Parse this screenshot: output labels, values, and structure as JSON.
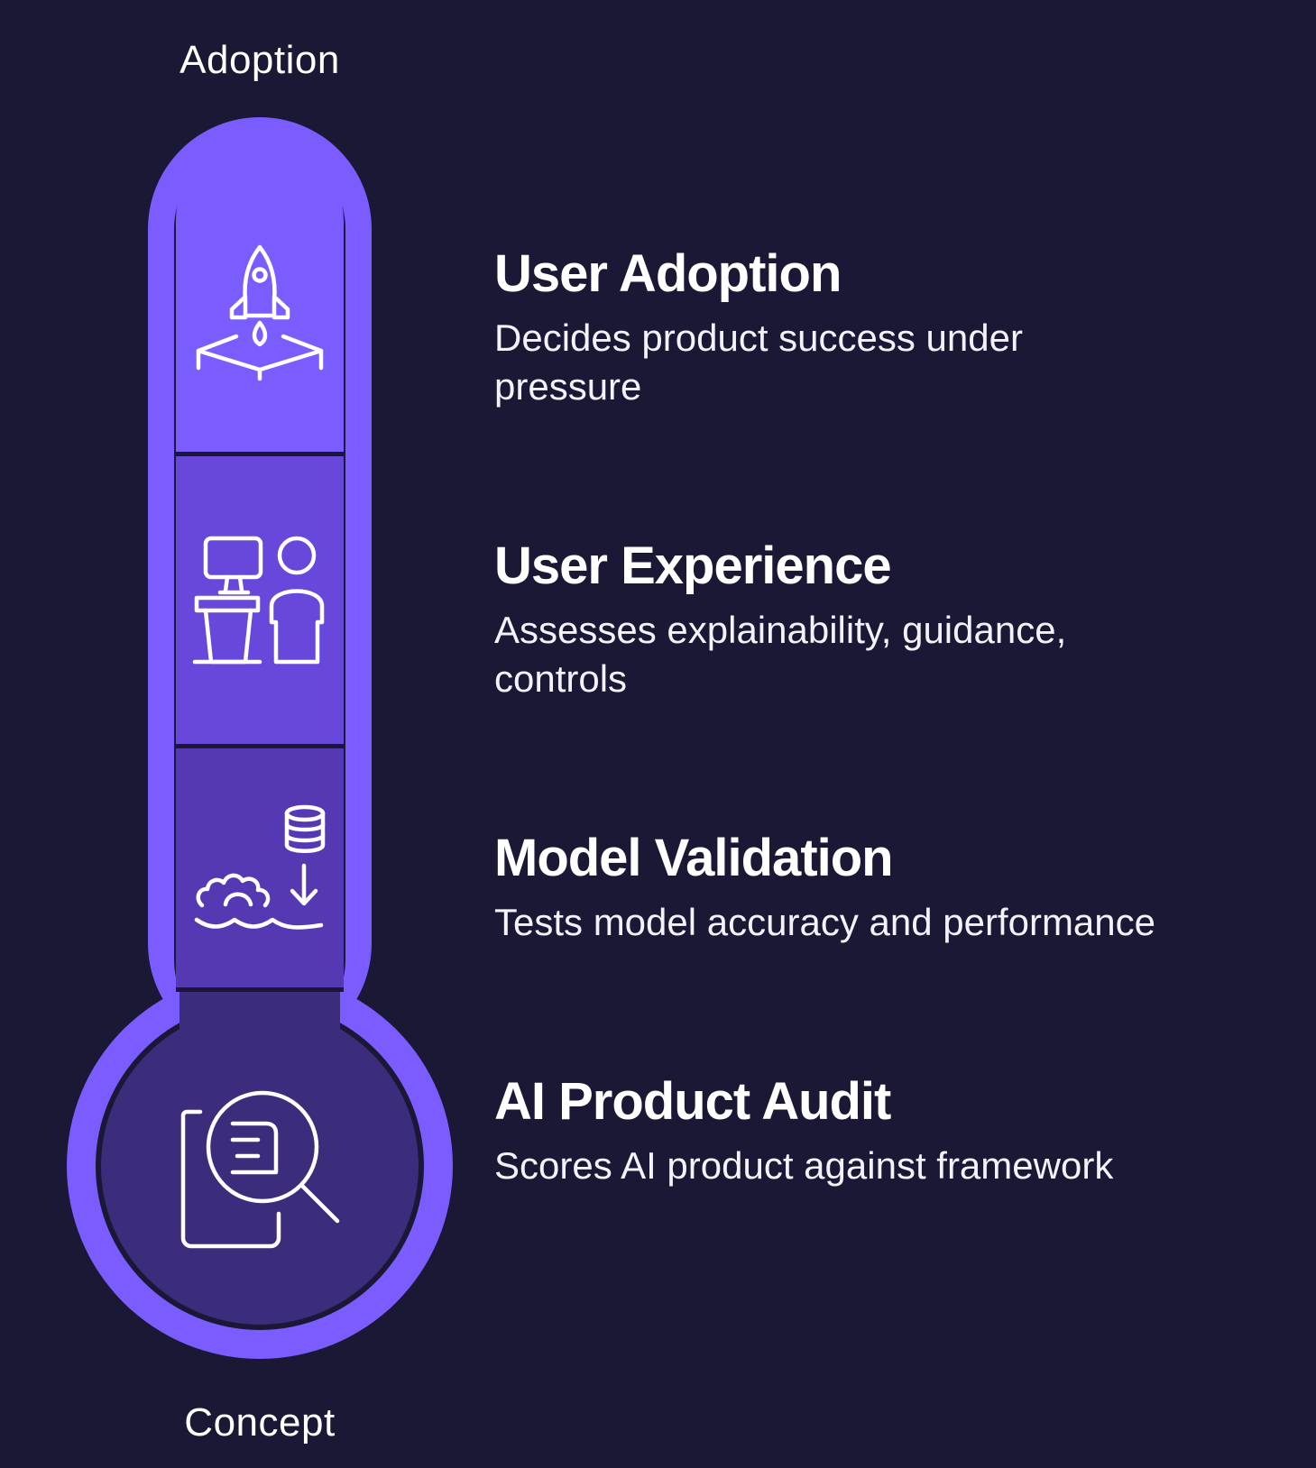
{
  "axis": {
    "top_label": "Adoption",
    "bottom_label": "Concept"
  },
  "stages": [
    {
      "title": "User Adoption",
      "description": "Decides product success under pressure",
      "icon": "rocket-launch-icon"
    },
    {
      "title": "User Experience",
      "description": "Assesses explainability, guidance, controls",
      "icon": "person-at-computer-icon"
    },
    {
      "title": "Model Validation",
      "description": "Tests model accuracy and performance",
      "icon": "data-gear-flow-icon"
    },
    {
      "title": "AI Product Audit",
      "description": "Scores AI product against framework",
      "icon": "document-search-icon"
    }
  ],
  "colors": {
    "background": "#1b1836",
    "outline": "#7b5cff",
    "segment_1": "#7b5cff",
    "segment_2": "#6847db",
    "segment_3": "#5539b3",
    "bulb": "#3c2c7c",
    "text": "#ffffff"
  }
}
